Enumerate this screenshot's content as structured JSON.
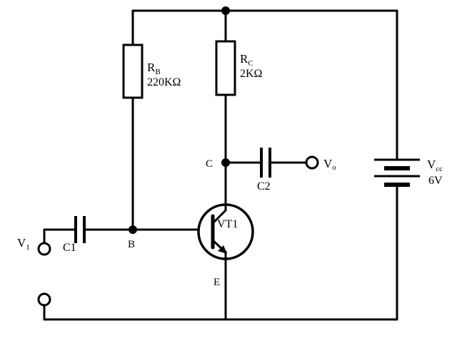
{
  "components": {
    "rb": {
      "name": "R",
      "sub": "B",
      "value": "220KΩ"
    },
    "rc": {
      "name": "R",
      "sub": "C",
      "value": "2KΩ"
    },
    "vcc": {
      "name": "V",
      "sub": "cc",
      "value": "6V"
    },
    "transistor": {
      "label": "VT1"
    },
    "c1": {
      "label": "C1"
    },
    "c2": {
      "label": "C2"
    },
    "input": {
      "name": "V",
      "sub": "1"
    },
    "output": {
      "name": "V",
      "sub": "o"
    }
  },
  "nodes": {
    "b": "B",
    "c": "C",
    "e": "E"
  },
  "colors": {
    "line": "#000000",
    "background": "#ffffff"
  }
}
